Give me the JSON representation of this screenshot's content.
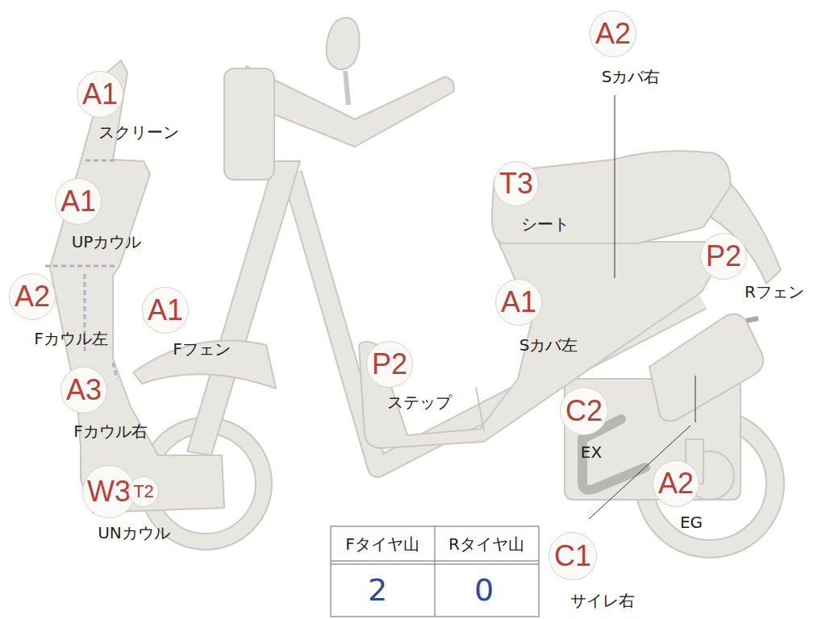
{
  "diagram": {
    "nodes": [
      {
        "text": [
          "A1",
          "スクリーン"
        ]
      },
      {
        "text": [
          "A2",
          "Sカバ右"
        ]
      },
      {
        "text": [
          "T3",
          "シート"
        ]
      },
      {
        "text": [
          "A1",
          "UPカウル"
        ]
      },
      {
        "text": [
          "P2",
          "Rフェン"
        ]
      },
      {
        "text": [
          "A2",
          "Fカウル左"
        ]
      },
      {
        "text": [
          "A1",
          "Fフェン"
        ]
      },
      {
        "text": [
          "A1",
          "Sカバ左"
        ]
      },
      {
        "text": [
          "P2",
          "ステップ"
        ]
      },
      {
        "text": [
          "A3",
          "Fカウル右"
        ]
      },
      {
        "text": [
          "C2",
          "EX"
        ]
      },
      {
        "text": [
          "W3",
          "UNカウル"
        ]
      },
      {
        "text": [
          "T2"
        ]
      },
      {
        "text": [
          "A2",
          "EG"
        ]
      },
      {
        "text": [
          "C1",
          "サイレ右"
        ]
      }
    ],
    "labels": [
      "Fタイヤ山",
      "Rタイヤ山",
      "2",
      "0"
    ]
  }
}
